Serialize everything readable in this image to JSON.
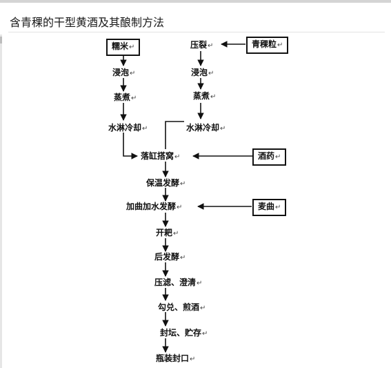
{
  "page": {
    "title": "含青稞的干型黄酒及其酿制方法"
  },
  "diagram": {
    "return_mark": "↵",
    "nodes": {
      "rice": "糯米",
      "soak_left": "浸泡",
      "steam_left": "蒸煮",
      "cool_left": "水淋冷却",
      "barley_grain": "青稞粒",
      "press_barley": "压裂",
      "soak_right": "浸泡",
      "steam_right": "蒸煮",
      "cool_right": "水淋冷却",
      "vat_mix": "落缸搭窝",
      "yeast_medicine": "酒药",
      "warm_ferment": "保温发酵",
      "add_koji": "加曲加水发酵",
      "wheat_koji": "麦曲",
      "kaipa": "开耙",
      "post_ferment": "后发酵",
      "press_filter": "压滤、澄清",
      "blend_decoct": "勾兑、煎酒",
      "seal_store": "封坛、贮存",
      "bottle_seal": "瓶装封口"
    }
  }
}
